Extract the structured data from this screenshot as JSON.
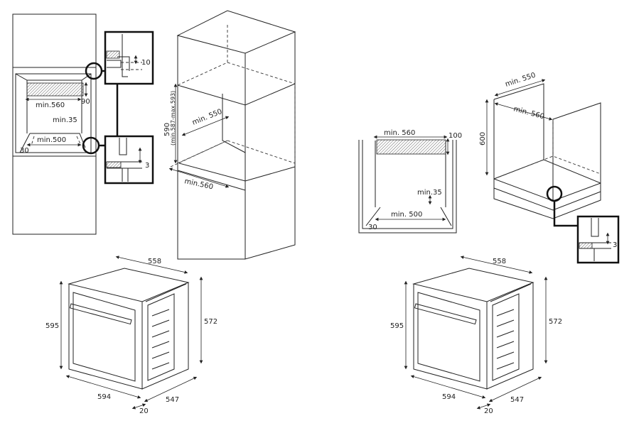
{
  "built_in_wall": {
    "gap_top": "10",
    "gap_bottom": "3",
    "vent_height": "90",
    "vent_width": "min.560",
    "min_35": "min.35",
    "min_500": "min.500",
    "angle_30": "30"
  },
  "tall_cabinet": {
    "height": "590",
    "height_range": "(min.587-max.593)",
    "depth": "min. 550",
    "width": "min.560"
  },
  "under_counter_front": {
    "width": "min. 560",
    "vent_height": "100",
    "min_35": "min.35",
    "min_500": "min. 500",
    "angle_30": "30"
  },
  "under_counter_cabinet": {
    "depth": "min. 550",
    "width": "min. 560",
    "height": "600",
    "gap": "3"
  },
  "oven_left": {
    "top_width": "558",
    "front_height": "595",
    "side_height": "572",
    "front_width": "594",
    "depth": "547",
    "door_offset": "20"
  },
  "oven_right": {
    "top_width": "558",
    "front_height": "595",
    "side_height": "572",
    "front_width": "594",
    "depth": "547",
    "door_offset": "20"
  }
}
